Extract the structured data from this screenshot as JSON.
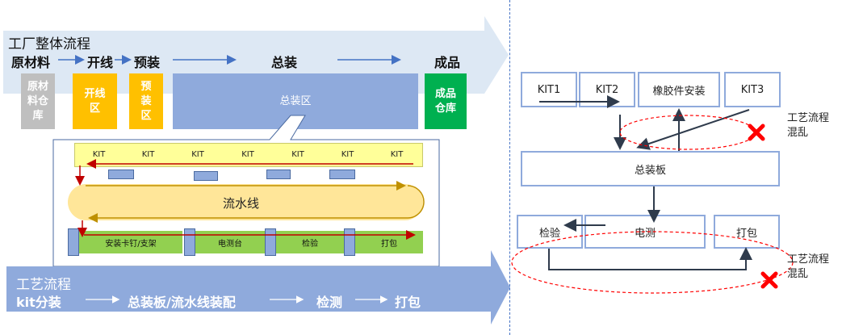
{
  "factory_flow": {
    "title": "工厂整体流程",
    "stages": {
      "raw": "原材料",
      "cut": "开线",
      "pre": "预装",
      "final": "总装",
      "product": "成品"
    },
    "zones": {
      "raw_store": "原材料仓库",
      "cut_zone": "开线区",
      "pre_zone": "预装区",
      "final_zone": "总装区",
      "product_store": "成品仓库"
    }
  },
  "detail": {
    "kits": [
      "KIT",
      "KIT",
      "KIT",
      "KIT",
      "KIT",
      "KIT",
      "KIT"
    ],
    "line_label": "流水线",
    "stations": [
      "安装卡钉/支架",
      "电测台",
      "检验",
      "打包"
    ]
  },
  "process_flow": {
    "title": "工艺流程",
    "steps": [
      "kit分装",
      "总装板/流水线装配",
      "检测",
      "打包"
    ]
  },
  "right_diagram": {
    "kit1": "KIT1",
    "kit2": "KIT2",
    "rubber": "橡胶件安装",
    "kit3": "KIT3",
    "board": "总装板",
    "inspect": "检验",
    "electric": "电测",
    "pack": "打包",
    "chaos_label_1": "工艺流程混乱",
    "chaos_label_2": "工艺流程混乱"
  },
  "colors": {
    "arrow_fill": "#dde8f4",
    "gray_zone": "#bfbfbf",
    "orange_zone": "#ffc000",
    "blue_zone": "#8faadc",
    "green_zone": "#00b050",
    "process_blue": "#8faadc",
    "kit_yellow": "#ffff99",
    "line_yellow": "#ffe699",
    "station_green": "#92d050",
    "error_red": "#ff0000"
  }
}
